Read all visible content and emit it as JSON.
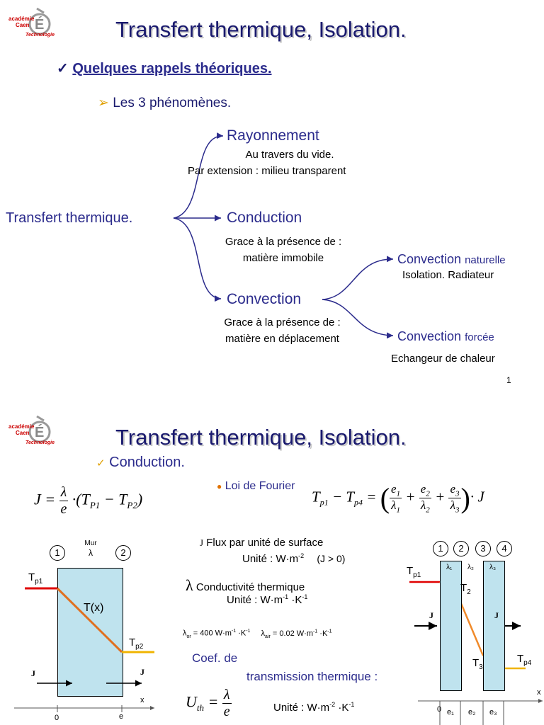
{
  "logo": {
    "line1": "académie",
    "line2": "Caen",
    "line3": "Technologie"
  },
  "slide1": {
    "title": "Transfert thermique, Isolation.",
    "section": "Quelques rappels théoriques.",
    "subsection": "Les 3 phénomènes.",
    "root": "Transfert thermique.",
    "rayonnement": {
      "label": "Rayonnement",
      "desc1": "Au travers du vide.",
      "desc2": "Par extension : milieu transparent"
    },
    "conduction": {
      "label": "Conduction",
      "desc1": "Grace à la présence de :",
      "desc2": "matière immobile"
    },
    "convection": {
      "label": "Convection",
      "desc1": "Grace à la présence de :",
      "desc2": "matière en déplacement"
    },
    "naturelle": {
      "label": "Convection",
      "suffix": "naturelle",
      "desc": "Isolation. Radiateur"
    },
    "forcee": {
      "label": "Convection",
      "suffix": "forcée",
      "desc": "Echangeur de chaleur"
    },
    "page_number": "1"
  },
  "slide2": {
    "title": "Transfert thermique, Isolation.",
    "section": "Conduction.",
    "fourier": "Loi de Fourier",
    "flux_label": "Flux par unité de surface",
    "flux_symbol": "J",
    "flux_unit": "Unité : W·m",
    "flux_cond": "(J > 0)",
    "lambda_label": "Conductivité thermique",
    "lambda_unit": "Unité : W·m",
    "lambda_or": "= 400 W·m",
    "lambda_air": "= 0.02 W·m",
    "coef1": "Coef. de",
    "coef2": "transmission thermique :",
    "uth_unit": "Unité : W·m",
    "wall1": {
      "mur": "Mur",
      "lambda": "λ",
      "c1": "1",
      "c2": "2",
      "tp1": "T",
      "tp1_sub": "p1",
      "tx": "T(x)",
      "tp2": "T",
      "tp2_sub": "p2",
      "j": "J",
      "x": "x",
      "zero": "0",
      "e": "e"
    },
    "wall3": {
      "c1": "1",
      "c2": "2",
      "c3": "3",
      "c4": "4",
      "tp1": "T",
      "tp1_sub": "p1",
      "t2": "T",
      "t2_sub": "2",
      "t3": "T",
      "t3_sub": "3",
      "tp4": "T",
      "tp4_sub": "p4",
      "j": "J",
      "l1": "λ₁",
      "l2": "λ₂",
      "l3": "λ₃",
      "e1": "e₁",
      "e2": "e₂",
      "e3": "e₃",
      "zero": "0",
      "x": "x"
    }
  },
  "colors": {
    "title": "#1a1a6e",
    "accent_blue": "#2b2b8c",
    "arrow": "#2b2b8c",
    "red_line": "#e00000",
    "orange_line": "#f08a2a",
    "yellow_line": "#f0b400",
    "wall_fill": "#bfe3ee"
  }
}
